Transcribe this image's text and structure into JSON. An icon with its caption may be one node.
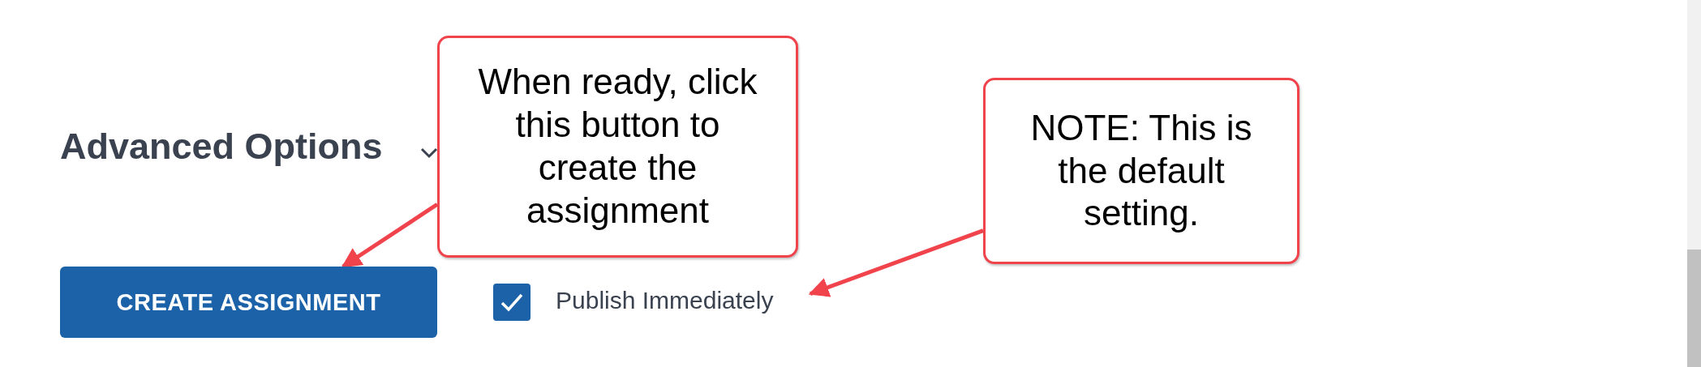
{
  "diagram": {
    "nodes": [
      {
        "text": [
          "When ready, click this button to create the assignment"
        ]
      },
      {
        "text": [
          "CREATE ASSIGNMENT"
        ]
      },
      {
        "text": [
          "NOTE: This is the default setting."
        ]
      },
      {
        "text": [
          "Publish Immediately"
        ]
      }
    ],
    "edges": [
      {
        "from": 0,
        "to": 1,
        "arrow": "to"
      },
      {
        "from": 2,
        "to": 3,
        "arrow": "to"
      }
    ],
    "labels": [
      "Advanced Options"
    ]
  }
}
